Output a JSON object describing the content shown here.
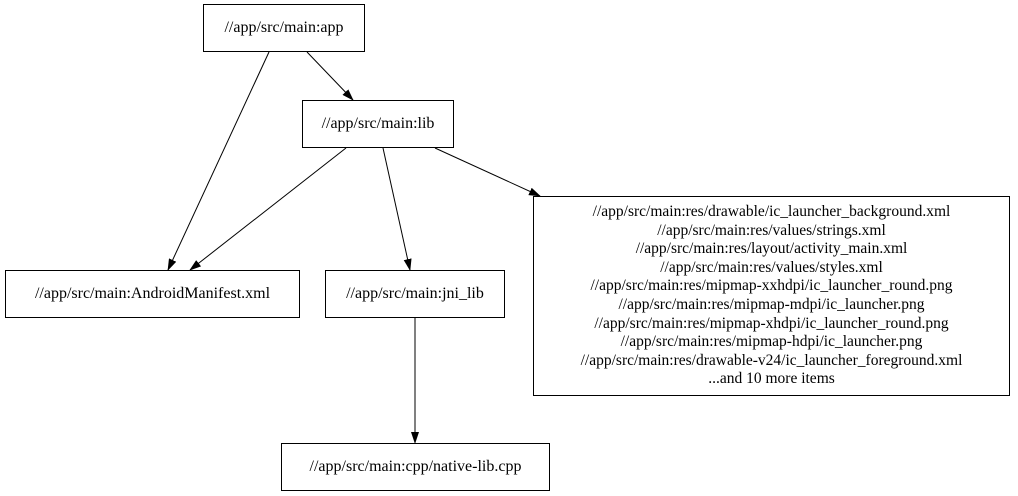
{
  "diagram": {
    "type": "directed-dependency-graph",
    "background_color": "#ffffff",
    "node_border_color": "#000000",
    "node_fill_color": "#ffffff",
    "edge_color": "#000000",
    "text_color": "#000000",
    "nodes": {
      "app": {
        "label": "//app/src/main:app"
      },
      "lib": {
        "label": "//app/src/main:lib"
      },
      "android_manifest": {
        "label": "//app/src/main:AndroidManifest.xml"
      },
      "jni_lib": {
        "label": "//app/src/main:jni_lib"
      },
      "res_group": {
        "lines": [
          "//app/src/main:res/drawable/ic_launcher_background.xml",
          "//app/src/main:res/values/strings.xml",
          "//app/src/main:res/layout/activity_main.xml",
          "//app/src/main:res/values/styles.xml",
          "//app/src/main:res/mipmap-xxhdpi/ic_launcher_round.png",
          "//app/src/main:res/mipmap-mdpi/ic_launcher.png",
          "//app/src/main:res/mipmap-xhdpi/ic_launcher_round.png",
          "//app/src/main:res/mipmap-hdpi/ic_launcher.png",
          "//app/src/main:res/drawable-v24/ic_launcher_foreground.xml",
          "...and 10 more items"
        ]
      },
      "native_lib_cpp": {
        "label": "//app/src/main:cpp/native-lib.cpp"
      }
    },
    "edges": [
      {
        "from": "//app/src/main:app",
        "to": "//app/src/main:lib"
      },
      {
        "from": "//app/src/main:app",
        "to": "//app/src/main:AndroidManifest.xml"
      },
      {
        "from": "//app/src/main:lib",
        "to": "//app/src/main:AndroidManifest.xml"
      },
      {
        "from": "//app/src/main:lib",
        "to": "//app/src/main:jni_lib"
      },
      {
        "from": "//app/src/main:lib",
        "to": "res file group"
      },
      {
        "from": "//app/src/main:jni_lib",
        "to": "//app/src/main:cpp/native-lib.cpp"
      }
    ]
  }
}
